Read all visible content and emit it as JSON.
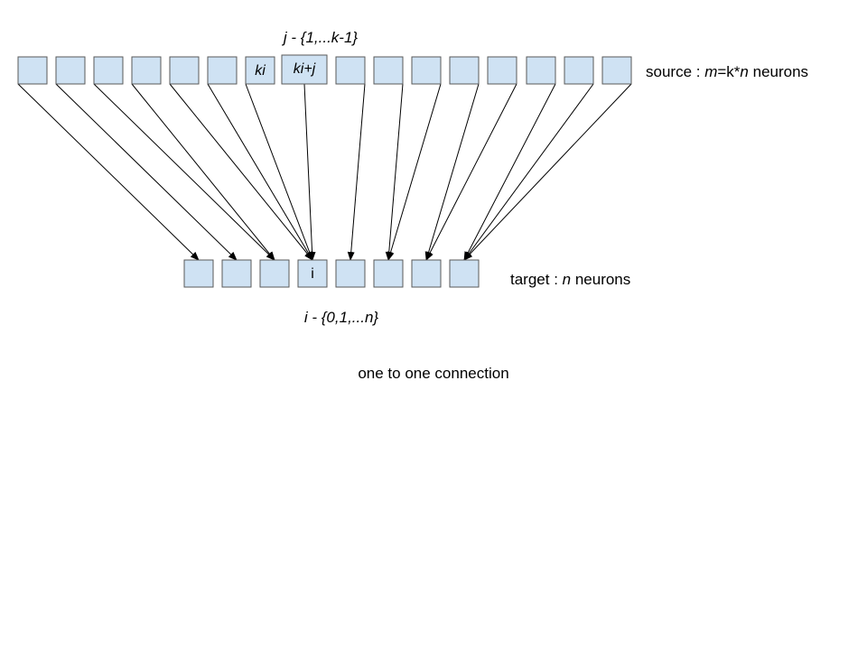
{
  "source_layer": {
    "neuron_count": 16,
    "labels": {
      "6": "ki",
      "7": "ki+j"
    },
    "index_range_label": "j - {1,...k-1}",
    "description_prefix": "source : ",
    "description_formula_m": "m",
    "description_formula_mid": "=k*",
    "description_formula_n": "n",
    "description_suffix": " neurons"
  },
  "target_layer": {
    "neuron_count": 8,
    "labels": {
      "3": "i"
    },
    "index_range_label": "i - {0,1,...n}",
    "description_prefix": "target : ",
    "description_n": "n",
    "description_suffix": " neurons"
  },
  "connections": [
    [
      0,
      0
    ],
    [
      1,
      1
    ],
    [
      2,
      2
    ],
    [
      3,
      2
    ],
    [
      4,
      3
    ],
    [
      5,
      3
    ],
    [
      6,
      3
    ],
    [
      7,
      3
    ],
    [
      8,
      4
    ],
    [
      9,
      5
    ],
    [
      10,
      5
    ],
    [
      11,
      6
    ],
    [
      12,
      6
    ],
    [
      13,
      7
    ],
    [
      14,
      7
    ],
    [
      15,
      7
    ]
  ],
  "caption": "one to one connection",
  "colors": {
    "neuron_fill": "#cfe2f3",
    "neuron_stroke": "#595959",
    "line": "#000000"
  }
}
